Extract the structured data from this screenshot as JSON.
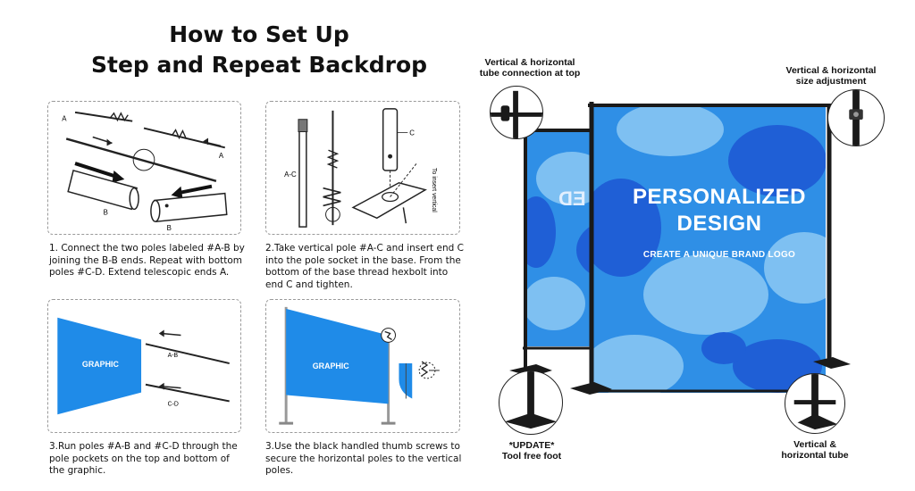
{
  "title": {
    "line1": "How to Set Up",
    "line2": "Step and Repeat Backdrop"
  },
  "steps": [
    {
      "text": "1. Connect the two poles labeled #A-B by joining the B-B ends. Repeat with bottom poles #C-D. Extend telescopic ends A.",
      "labels": {
        "a_left": "A",
        "a_right": "A",
        "b_left": "B",
        "b_right": "B"
      }
    },
    {
      "text": "2.Take vertical pole #A-C and insert end C into the pole socket in the base. From the bottom of the base thread hexbolt into end C and tighten.",
      "labels": {
        "ac": "A-C",
        "c": "C",
        "note": "To insert vertical"
      }
    },
    {
      "text": "3.Run poles #A-B and #C-D through the pole pockets on the top and bottom of the graphic.",
      "labels": {
        "graphic": "GRAPHIC",
        "ab": "A-B",
        "cd": "C-D"
      }
    },
    {
      "text": "3.Use the black handled thumb screws to secure the horizontal poles to the vertical poles.",
      "labels": {
        "graphic": "GRAPHIC"
      }
    }
  ],
  "annotations": {
    "top_left": "Vertical & horizontal tube connection at top",
    "top_right": "Vertical & horizontal size adjustment",
    "bottom_left_1": "*UPDATE*",
    "bottom_left_2": "Tool free foot",
    "bottom_right": "Vertical & horizontal tube"
  },
  "banner": {
    "title_line1": "PERSONALIZED",
    "title_line2": "DESIGN",
    "subtitle": "CREATE A UNIQUE BRAND LOGO",
    "mirror_text": "ED"
  },
  "colors": {
    "banner_blue": "#2f8fe6",
    "blob_dark": "#1f5fd6",
    "blob_light": "#7ec0f2",
    "graphic_blue": "#1f8be8",
    "pole_black": "#1a1a1a"
  },
  "icons": [
    "arrow-icon",
    "spring-icon",
    "base-foot-icon",
    "thumb-screw-icon"
  ]
}
